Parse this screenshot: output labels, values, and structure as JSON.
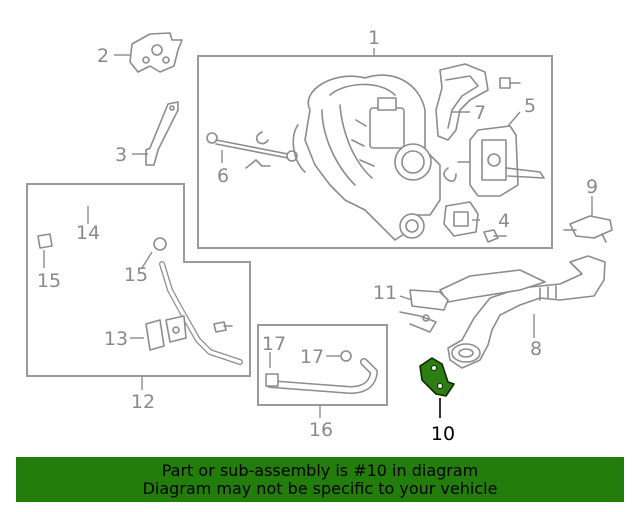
{
  "colors": {
    "highlight": "#2e7d14",
    "banner_bg": "#237d0a",
    "label_gray": "#8a8a8a",
    "line_gray": "#8c8c8c"
  },
  "callouts": {
    "c1": "1",
    "c2": "2",
    "c3": "3",
    "c4": "4",
    "c5": "5",
    "c6": "6",
    "c7": "7",
    "c8": "8",
    "c9": "9",
    "c10": "10",
    "c11": "11",
    "c12": "12",
    "c13": "13",
    "c14": "14",
    "c15a": "15",
    "c15b": "15",
    "c16": "16",
    "c17a": "17",
    "c17b": "17"
  },
  "banner": {
    "line1": "Part or sub-assembly is #10 in diagram",
    "line2": "Diagram may not be specific to your vehicle"
  }
}
